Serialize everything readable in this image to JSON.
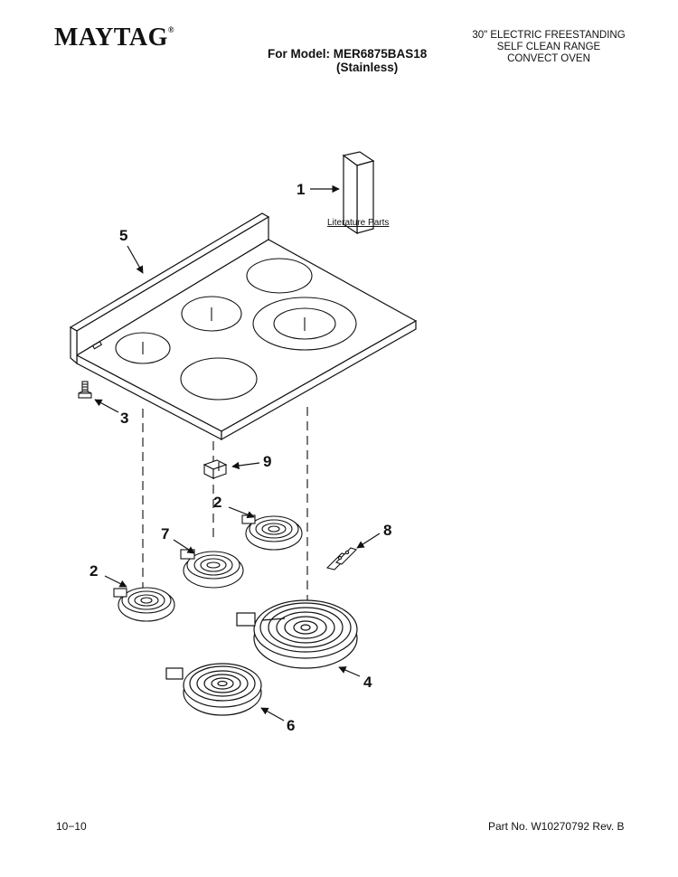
{
  "header": {
    "brand": "MAYTAG",
    "brand_mark": "®",
    "model_line": "For Model: MER6875BAS18",
    "variant": "(Stainless)",
    "description_lines": [
      "30\" ELECTRIC FREESTANDING",
      "SELF CLEAN RANGE",
      "CONVECT OVEN"
    ]
  },
  "diagram": {
    "literature_label": "Literature Parts",
    "callouts": {
      "literature": "1",
      "element_small_right": "2",
      "element_small_left": "2",
      "screw": "3",
      "element_large": "4",
      "cooktop": "5",
      "element_bottom": "6",
      "element_mid": "7",
      "bracket": "8",
      "clip": "9"
    }
  },
  "footer": {
    "date_code": "10−10",
    "part_number": "Part No. W10270792 Rev. B"
  }
}
